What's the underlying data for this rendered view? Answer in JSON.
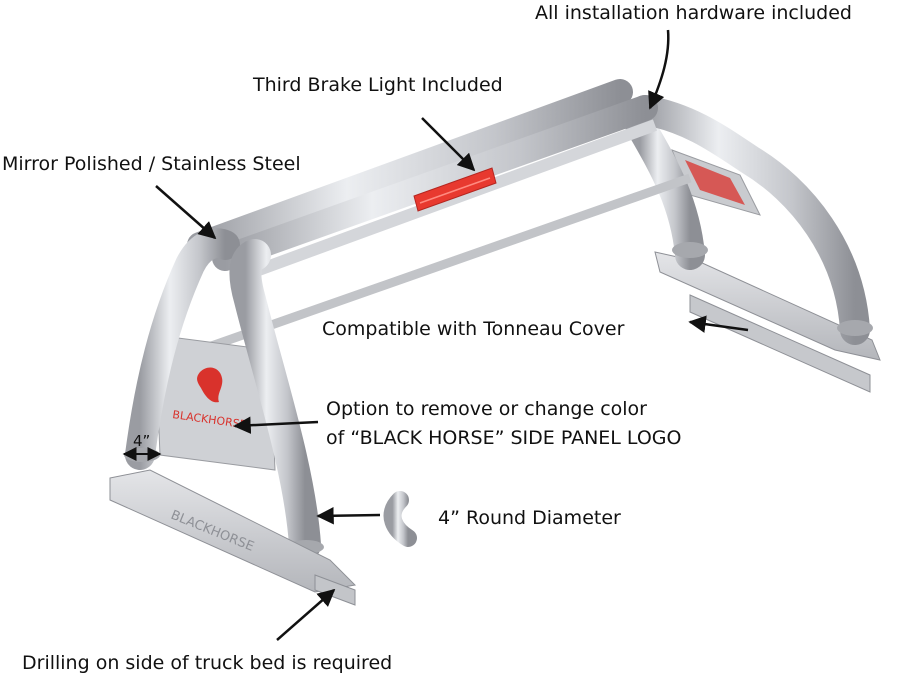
{
  "callouts": {
    "hardware": "All installation hardware included",
    "brake_light": "Third Brake Light Included",
    "material": "Mirror Polished / Stainless Steel",
    "tonneau": "Compatible with Tonneau Cover",
    "logo_option_line1": "Option to remove or change color",
    "logo_option_line2": "of “BLACK HORSE” SIDE PANEL LOGO",
    "diameter": "4” Round Diameter",
    "drilling": "Drilling on side of truck bed is required",
    "dimension_mark": "4”"
  },
  "product": {
    "panel_logo_text": "BLACKHORSE",
    "base_plate_text": "BLACKHORSE"
  },
  "colors": {
    "steel_light": "#dcdde0",
    "steel_mid": "#b9bbc0",
    "steel_dark": "#8e9096",
    "brake_red": "#e8392f",
    "logo_red": "#d9322c",
    "text": "#111111"
  }
}
